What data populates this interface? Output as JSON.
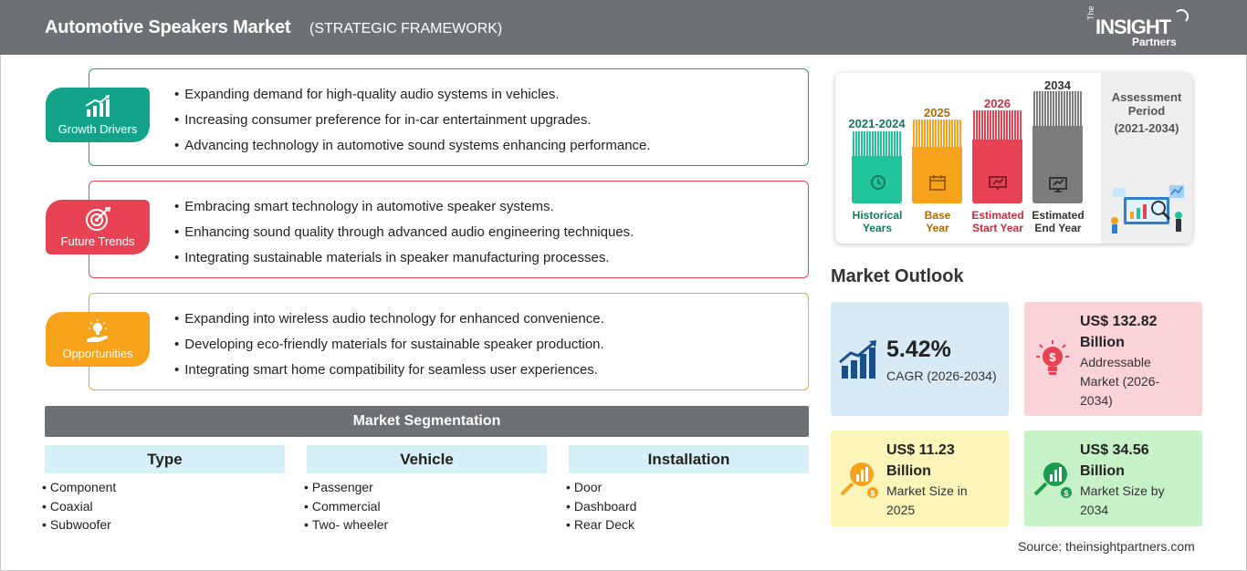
{
  "header": {
    "title": "Automotive Speakers Market",
    "subtitle": "(STRATEGIC FRAMEWORK)",
    "logo": {
      "the": "The",
      "insight": "INSIGHT",
      "partners": "Partners"
    }
  },
  "framework": [
    {
      "label": "Growth Drivers",
      "icon": "growth-chart-icon",
      "color": "#12a388",
      "items": [
        "Expanding demand for high-quality audio systems in vehicles.",
        "Increasing consumer preference for in-car entertainment upgrades.",
        "Advancing technology in automotive sound systems enhancing performance."
      ]
    },
    {
      "label": "Future Trends",
      "icon": "target-icon",
      "color": "#e84355",
      "items": [
        "Embracing smart technology in automotive speaker systems.",
        "Enhancing sound quality through advanced audio engineering techniques.",
        "Integrating sustainable materials in speaker manufacturing processes."
      ]
    },
    {
      "label": "Opportunities",
      "icon": "lightbulb-hand-icon",
      "color": "#f7a21b",
      "items": [
        "Expanding into wireless audio technology for enhanced convenience.",
        "Developing eco-friendly materials for sustainable speaker production.",
        "Integrating smart home compatibility for seamless user experiences."
      ]
    }
  ],
  "segmentation": {
    "title": "Market Segmentation",
    "groups": [
      {
        "name": "Type",
        "items": [
          "Component",
          "Coaxial",
          "Subwoofer"
        ]
      },
      {
        "name": "Vehicle",
        "items": [
          "Passenger",
          "Commercial",
          "Two- wheeler"
        ]
      },
      {
        "name": "Installation",
        "items": [
          "Door",
          "Dashboard",
          "Rear Deck"
        ]
      }
    ]
  },
  "timeline": {
    "columns": [
      {
        "year": "2021-2024",
        "caption": [
          "Historical",
          "Years"
        ],
        "color": "#20c39a",
        "text_color": "#137a5f",
        "icon": "history-icon"
      },
      {
        "year": "2025",
        "caption": [
          "Base",
          "Year"
        ],
        "color": "#f7a21b",
        "text_color": "#b06a00",
        "icon": "calendar-icon"
      },
      {
        "year": "2026",
        "caption": [
          "Estimated",
          "Start Year"
        ],
        "color": "#e84355",
        "text_color": "#c62f41",
        "icon": "presentation-icon"
      },
      {
        "year": "2034",
        "caption": [
          "Estimated",
          "End Year"
        ],
        "color": "#7c7c7c",
        "text_color": "#333333",
        "icon": "monitor-chart-icon"
      }
    ],
    "assessment_title": [
      "Assessment",
      "Period"
    ],
    "assessment_period": "(2021-2034)"
  },
  "outlook": {
    "title": "Market Outlook",
    "cagr": {
      "value": "5.42%",
      "label": "CAGR (2026-2034)",
      "bg": "#d9eaf7"
    },
    "addressable": {
      "value_lines": [
        "US$ 132.82",
        "Billion"
      ],
      "desc_lines": [
        "Addressable",
        "Market (2026-",
        "2034)"
      ],
      "bg": "#f9d3d8"
    },
    "size_2025": {
      "value_lines": [
        "US$ 11.23",
        "Billion"
      ],
      "desc_lines": [
        "Market Size in",
        "2025"
      ],
      "bg": "#fbf5b9"
    },
    "size_2034": {
      "value_lines": [
        "US$ 34.56",
        "Billion"
      ],
      "desc_lines": [
        "Market Size by",
        "2034"
      ],
      "bg": "#c7f1c6"
    }
  },
  "source": "Source: theinsightpartners.com"
}
